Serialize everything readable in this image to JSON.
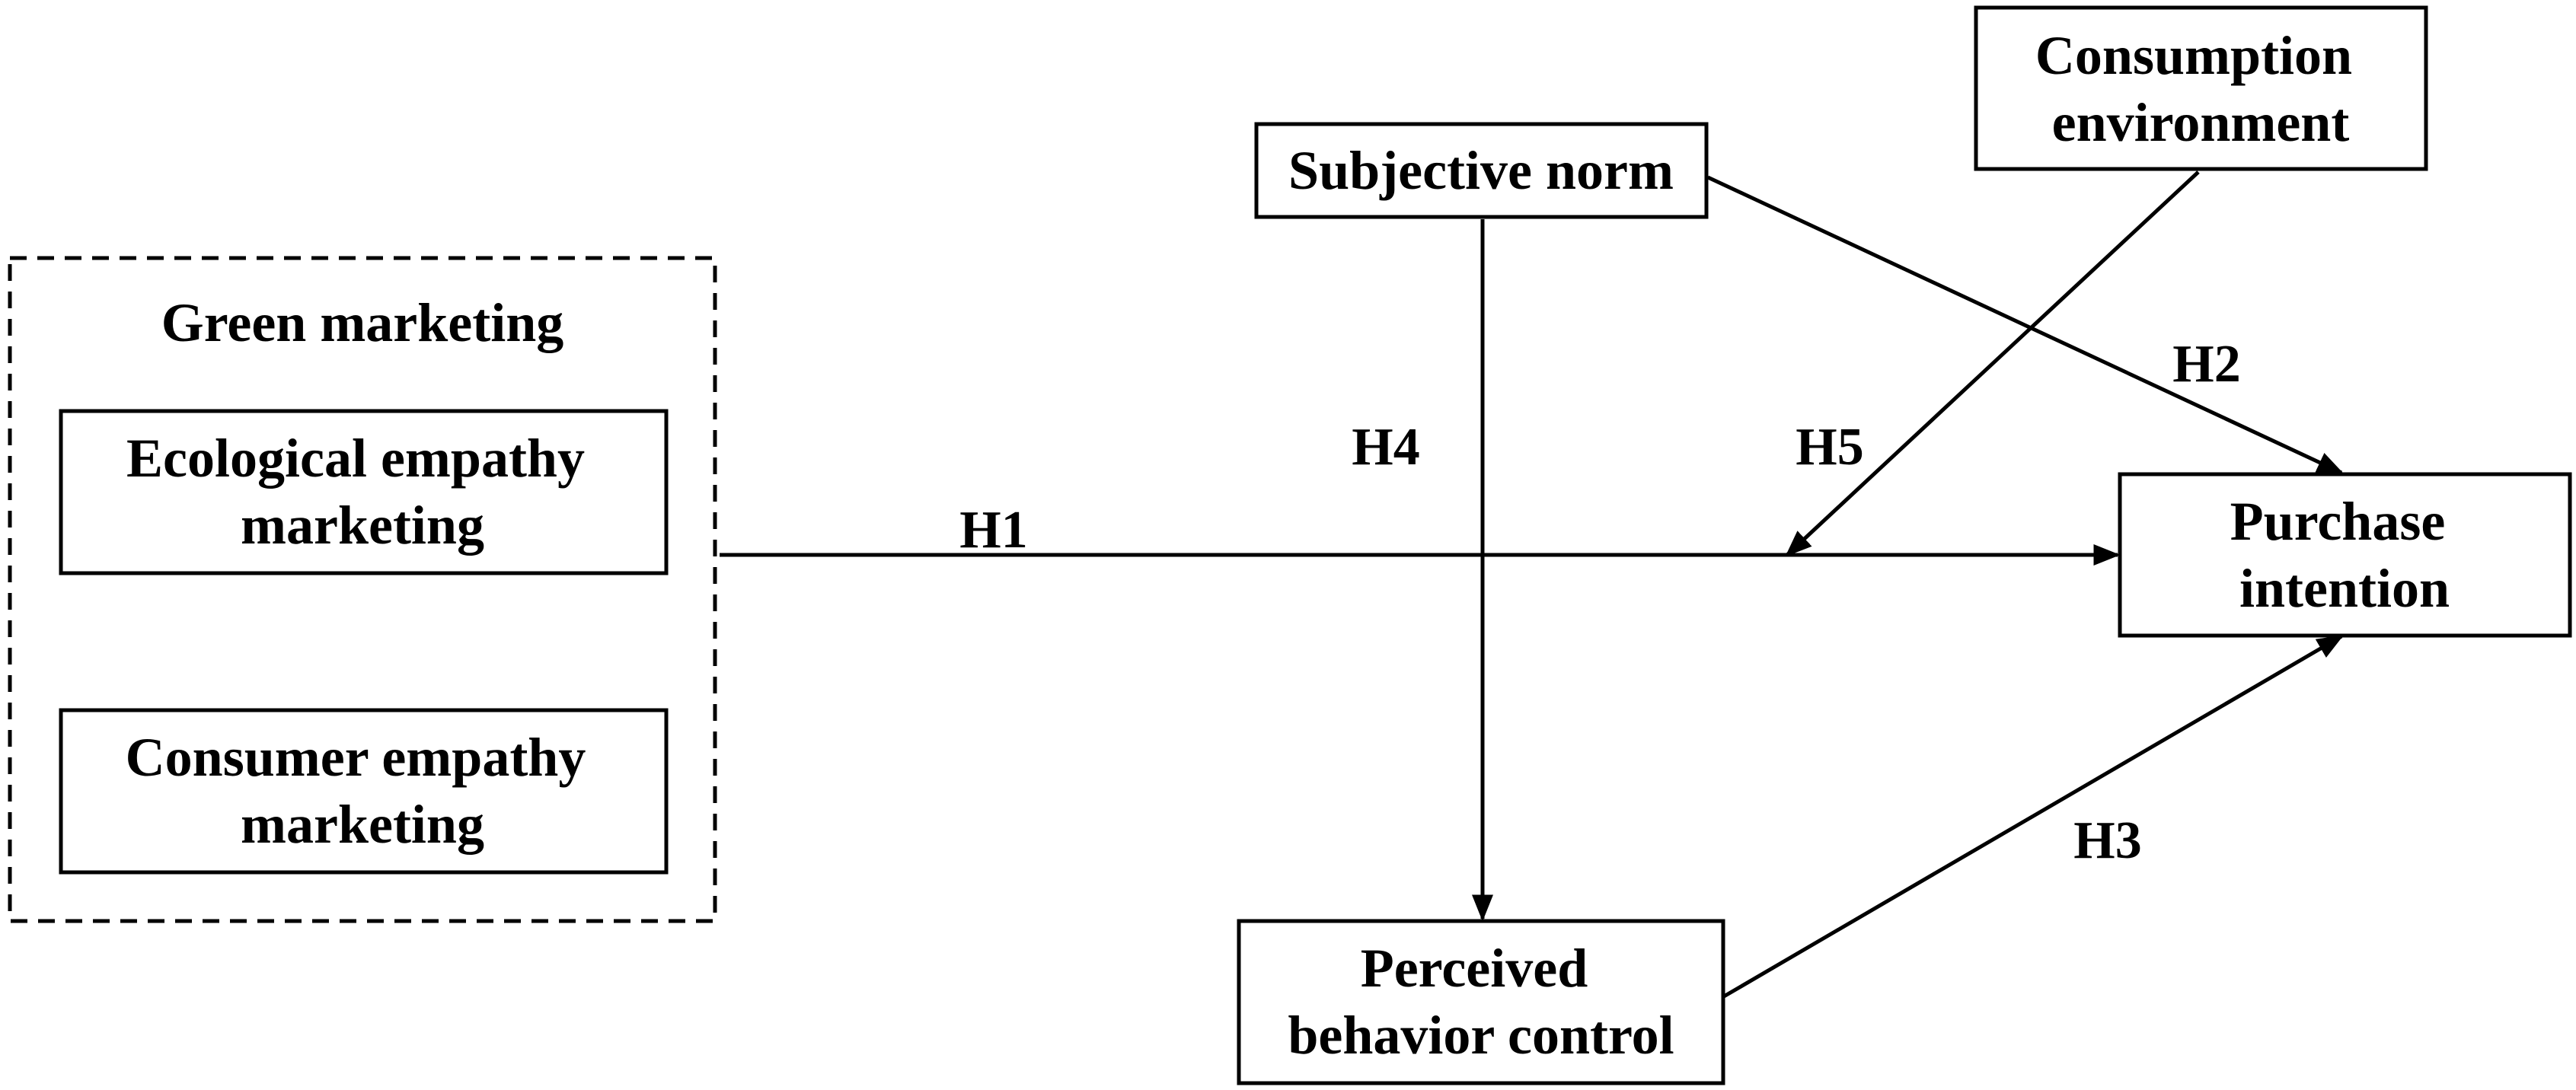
{
  "group": {
    "title": "Green marketing",
    "items": [
      {
        "lines": [
          "Ecological empathy",
          "marketing"
        ]
      },
      {
        "lines": [
          "Consumer empathy",
          "marketing"
        ]
      }
    ]
  },
  "nodes": {
    "subjective_norm": {
      "lines": [
        "Subjective norm"
      ]
    },
    "consumption_environment": {
      "lines": [
        "Consumption",
        "environment"
      ]
    },
    "purchase_intention": {
      "lines": [
        "Purchase",
        "intention"
      ]
    },
    "perceived_behavior_control": {
      "lines": [
        "Perceived",
        "behavior control"
      ]
    }
  },
  "edges": {
    "h1": {
      "label": "H1",
      "from": "Green marketing",
      "to": "Purchase intention"
    },
    "h2": {
      "label": "H2",
      "from": "Subjective norm",
      "to": "Purchase intention"
    },
    "h3": {
      "label": "H3",
      "from": "Perceived behavior control",
      "to": "Purchase intention"
    },
    "h4": {
      "label": "H4",
      "from": "Subjective norm",
      "to": "Perceived behavior control"
    },
    "h5": {
      "label": "H5",
      "from": "Consumption environment",
      "to": "H1 path"
    }
  },
  "colors": {
    "stroke": "#000000",
    "background": "#ffffff"
  }
}
